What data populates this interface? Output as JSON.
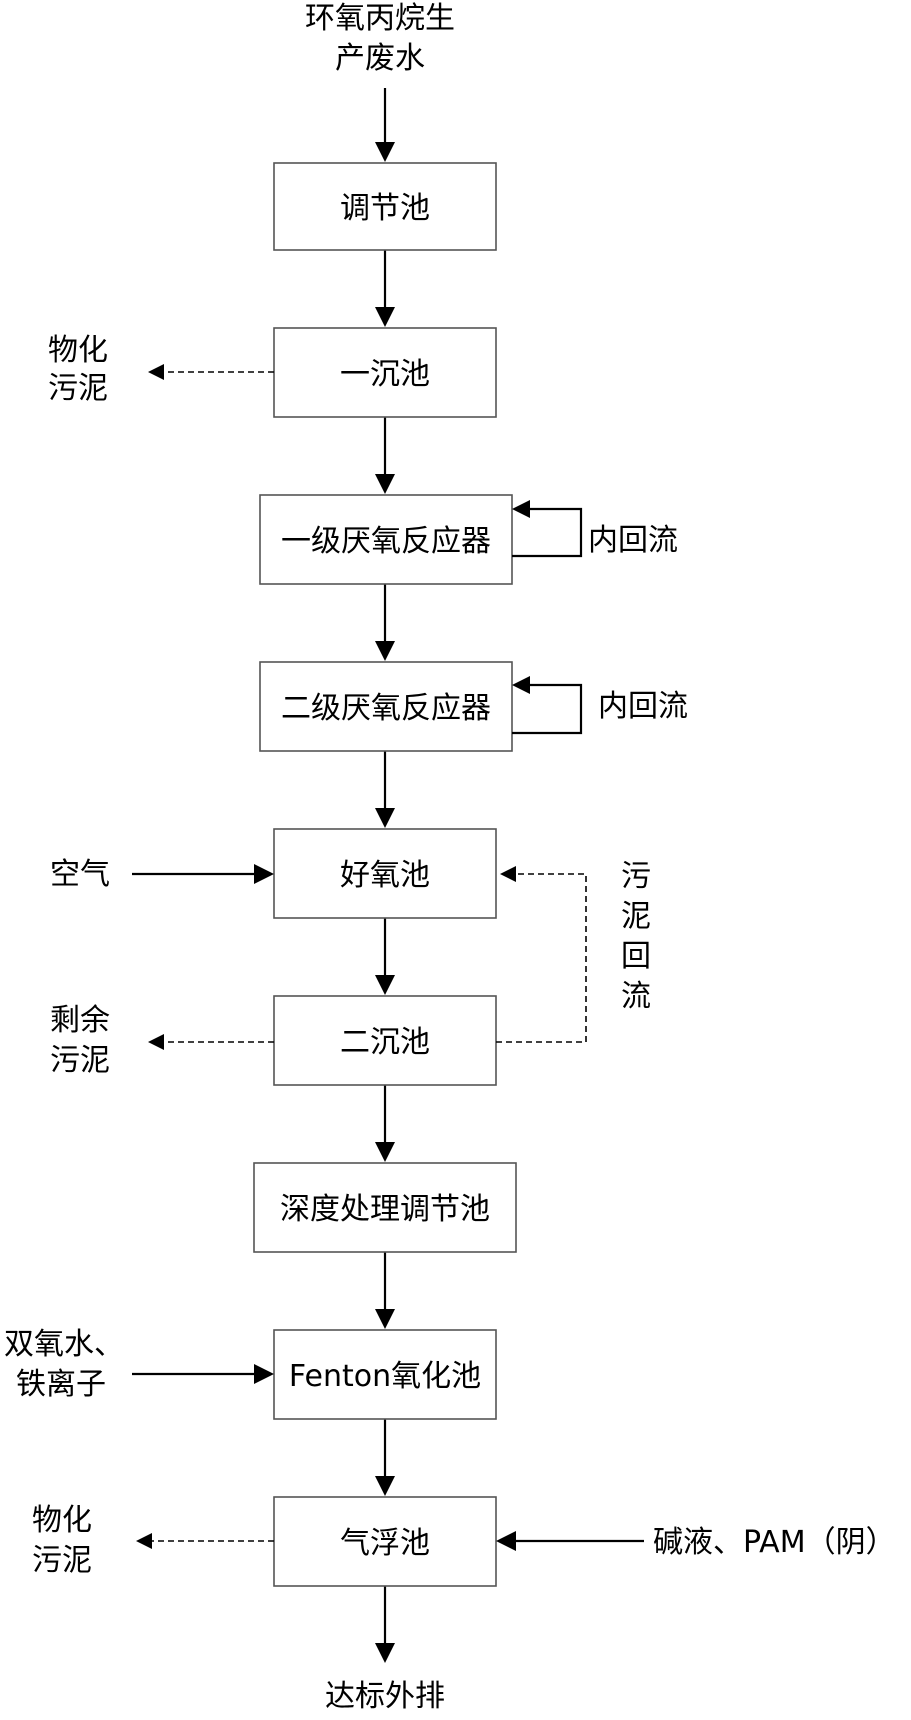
{
  "source": {
    "line1": "环氧丙烷生",
    "line2": "产废水"
  },
  "units": {
    "equalization_tank": "调节池",
    "primary_sedimentation": "一沉池",
    "anaerobic_reactor_1": "一级厌氧反应器",
    "anaerobic_reactor_2": "二级厌氧反应器",
    "aerobic_tank": "好氧池",
    "secondary_sedimentation": "二沉池",
    "advanced_equalization": "深度处理调节池",
    "fenton_tank": "Fenton氧化池",
    "flotation_tank": "气浮池"
  },
  "side": {
    "sludge_1": {
      "line1": "物化",
      "line2": "污泥"
    },
    "internal_reflux_1": "内回流",
    "internal_reflux_2": "内回流",
    "air": "空气",
    "sludge_return": [
      "污",
      "泥",
      "回",
      "流"
    ],
    "excess_sludge": {
      "line1": "剩余",
      "line2": "污泥"
    },
    "fenton_reagents": {
      "line1": "双氧水、",
      "line2": "铁离子"
    },
    "sludge_2": {
      "line1": "物化",
      "line2": "污泥"
    },
    "flotation_reagents": "碱液、PAM（阴）"
  },
  "output": "达标外排"
}
